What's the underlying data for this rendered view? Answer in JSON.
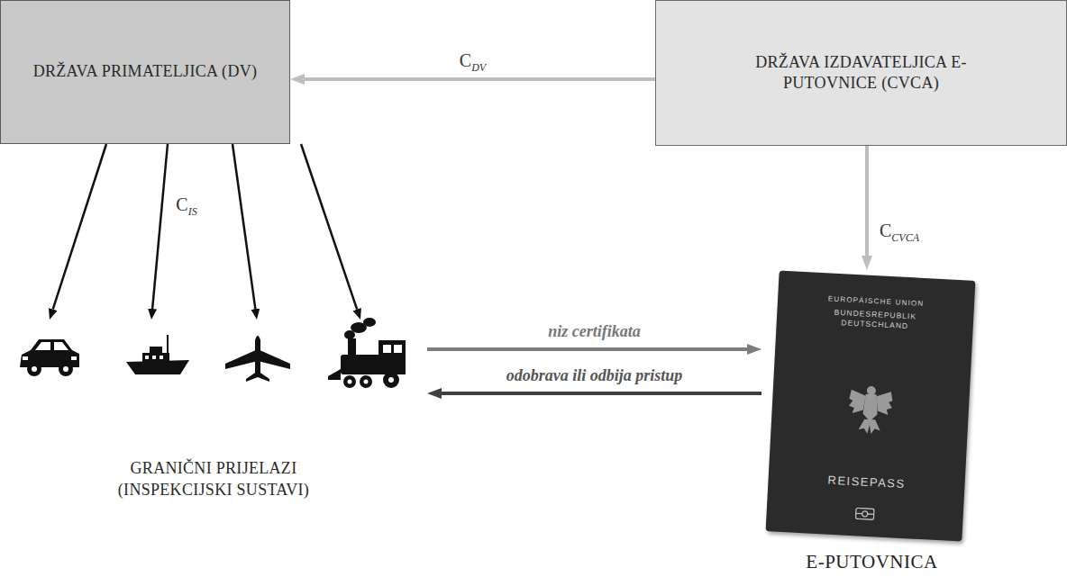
{
  "diagram": {
    "nodes": [
      {
        "text": [
          "DRŽAVA PRIMATELJICA (DV)"
        ]
      },
      {
        "text": [
          "DRŽAVA IZDAVATELJICA E-PUTOVNICE (CVCA)"
        ]
      },
      {
        "text": [
          "GRANIČNI PRIJELAZI (INSPEKCIJSKI SUSTAVI)"
        ]
      },
      {
        "text": [
          "EUROPÄISCHE UNION",
          "BUNDESREPUBLIK DEUTSCHLAND",
          "REISEPASS",
          "E-PUTOVNICA"
        ]
      }
    ],
    "edges": [
      {
        "from": 1,
        "to": 0,
        "label": "CDV",
        "arrow": "to"
      },
      {
        "from": 1,
        "to": 3,
        "label": "CCVCA",
        "arrow": "to"
      },
      {
        "from": 0,
        "to": 2,
        "arrow": "to"
      },
      {
        "from": 0,
        "to": 2,
        "label": "CIS",
        "arrow": "to"
      },
      {
        "from": 0,
        "to": 2,
        "arrow": "to"
      },
      {
        "from": 0,
        "to": 2,
        "arrow": "to"
      },
      {
        "from": 2,
        "to": 3,
        "label": "niz certifikata",
        "arrow": "to"
      },
      {
        "from": 3,
        "to": 2,
        "label": "odobrava ili odbija pristup",
        "arrow": "to"
      }
    ]
  }
}
